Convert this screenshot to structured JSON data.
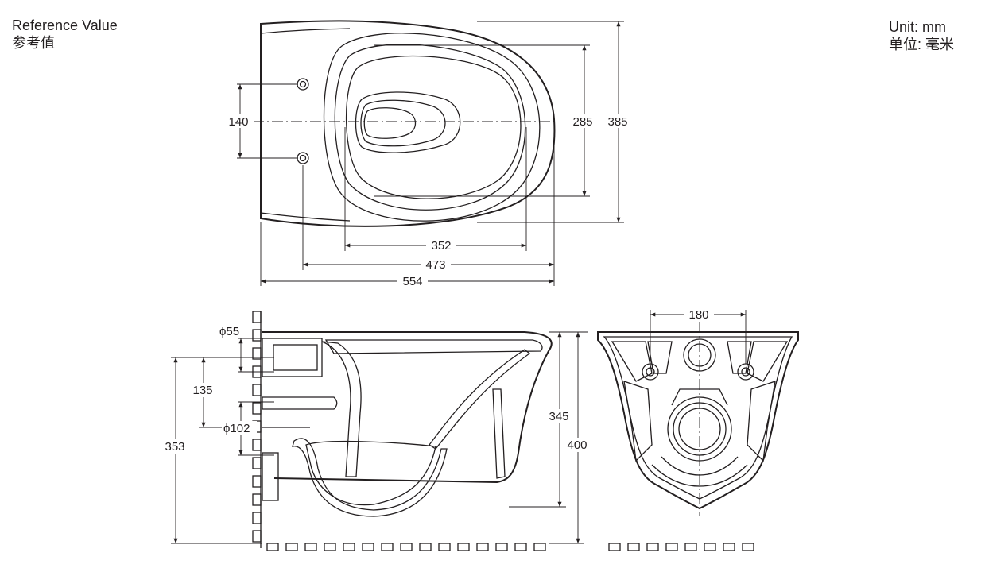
{
  "header": {
    "reference_en": "Reference Value",
    "reference_zh": "参考值",
    "unit_en": "Unit: mm",
    "unit_zh": "单位: 毫米"
  },
  "top_view": {
    "dim_bolt_spacing": "140",
    "dim_inner_width": "285",
    "dim_outer_width": "385",
    "dim_inner_length": "352",
    "dim_bolt_to_front": "473",
    "dim_total_length": "554"
  },
  "side_view": {
    "dim_inlet_diameter": "ϕ55",
    "dim_inlet_to_outlet": "135",
    "dim_outlet_diameter": "ϕ102",
    "dim_outlet_height": "353",
    "dim_bowl_depth": "345",
    "dim_total_height": "400"
  },
  "rear_view": {
    "dim_mount_spacing": "180"
  }
}
